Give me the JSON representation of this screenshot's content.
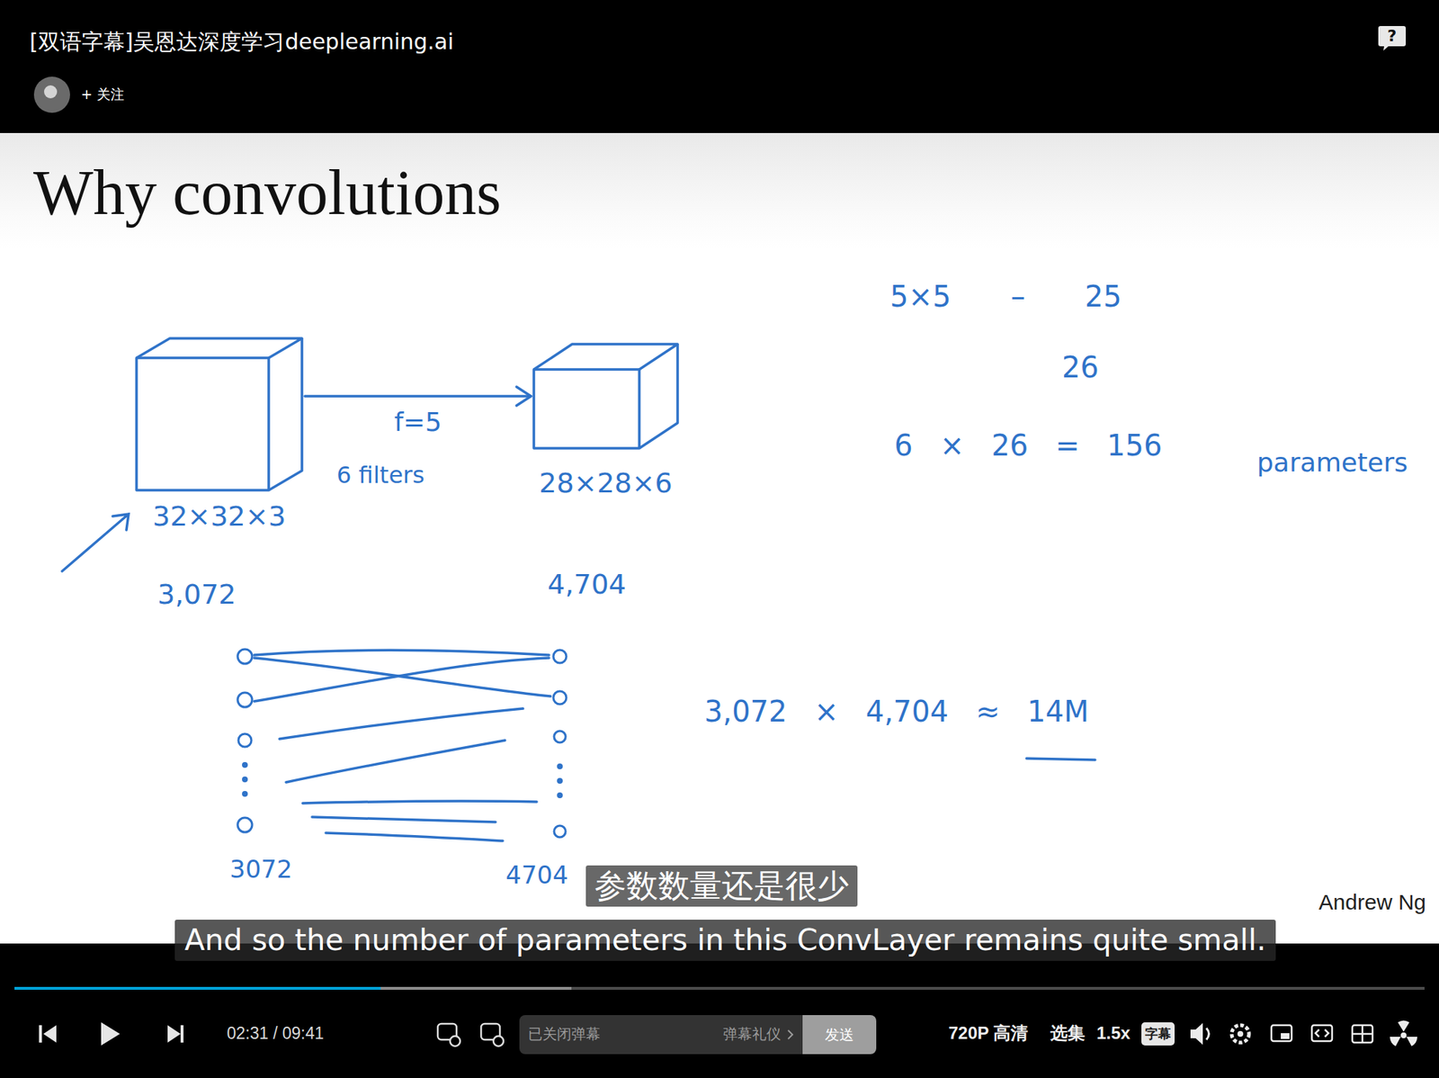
{
  "diagram": {
    "title": "Why convolutions",
    "nodes": [
      {
        "text": [
          "?"
        ]
      },
      {
        "text": [
          "32×32×3"
        ]
      },
      {
        "text": [
          "28×28×6"
        ]
      },
      {
        "text": [
          "参数数量还是很少"
        ]
      },
      {
        "text": [
          "And so the number of parameters in this ConvLayer remains quite small."
        ]
      },
      {
        "text": [
          "已关闭弹幕",
          "弹幕礼仪"
        ]
      },
      {
        "text": [
          "发送"
        ]
      },
      {
        "text": [
          "字幕"
        ]
      }
    ],
    "edges": [
      {
        "from": 1,
        "to": 2,
        "arrow": "to",
        "label": "f=5"
      }
    ],
    "labels": [
      "[双语字幕]吴恩达深度学习deeplearning.ai",
      "+ 关注",
      "6 filters",
      "3,072",
      "4,704",
      "5×5 – 25",
      "26",
      "6 × 26 = 156",
      "parameters",
      "3072",
      "4704",
      "3,072 × 4,704 ≈ 14M",
      "Andrew Ng",
      "02:31 / 09:41",
      "720P 高清",
      "选集",
      "1.5x"
    ]
  }
}
